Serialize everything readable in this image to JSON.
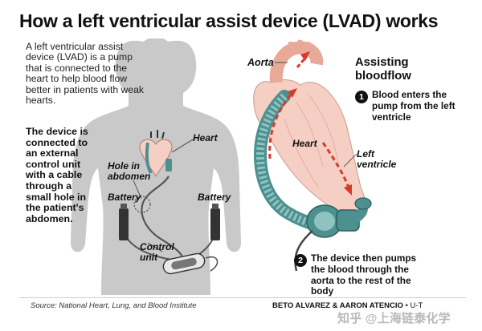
{
  "title": "How a left ventricular assist device (LVAD) works",
  "intro_text": "A left ventricular assist device (LVAD) is a pump that is connected to the heart to help blood flow better in patients with weak hearts.",
  "device_text": "The device is connected to an external control unit with a cable through a small hole in the patient's abdomen.",
  "labels": {
    "heart_small": "Heart",
    "hole_in_abdomen": "Hole in abdomen",
    "battery_left": "Battery",
    "battery_right": "Battery",
    "control_unit": "Control unit",
    "aorta": "Aorta",
    "heart_large": "Heart",
    "left_ventricle": "Left ventricle"
  },
  "assisting": {
    "title": "Assisting bloodflow",
    "steps": [
      {
        "num": "1",
        "text": "Blood enters the pump from the left ventricle"
      },
      {
        "num": "2",
        "text": "The device then pumps the blood through the aorta to the rest of the body"
      }
    ]
  },
  "footer": {
    "source": "Source: National Heart, Lung, and Blood Institute",
    "credit": "BETO ALVAREZ & AARON ATENCIO",
    "credit_tail": " • U-T"
  },
  "watermark": "知乎 @上海链泰化学",
  "colors": {
    "silhouette": "#c9c9c9",
    "heart": "#f6cfc4",
    "blood_arrow": "#d83a2a",
    "device": "#4c9090",
    "device_light": "#8fc3c0"
  }
}
